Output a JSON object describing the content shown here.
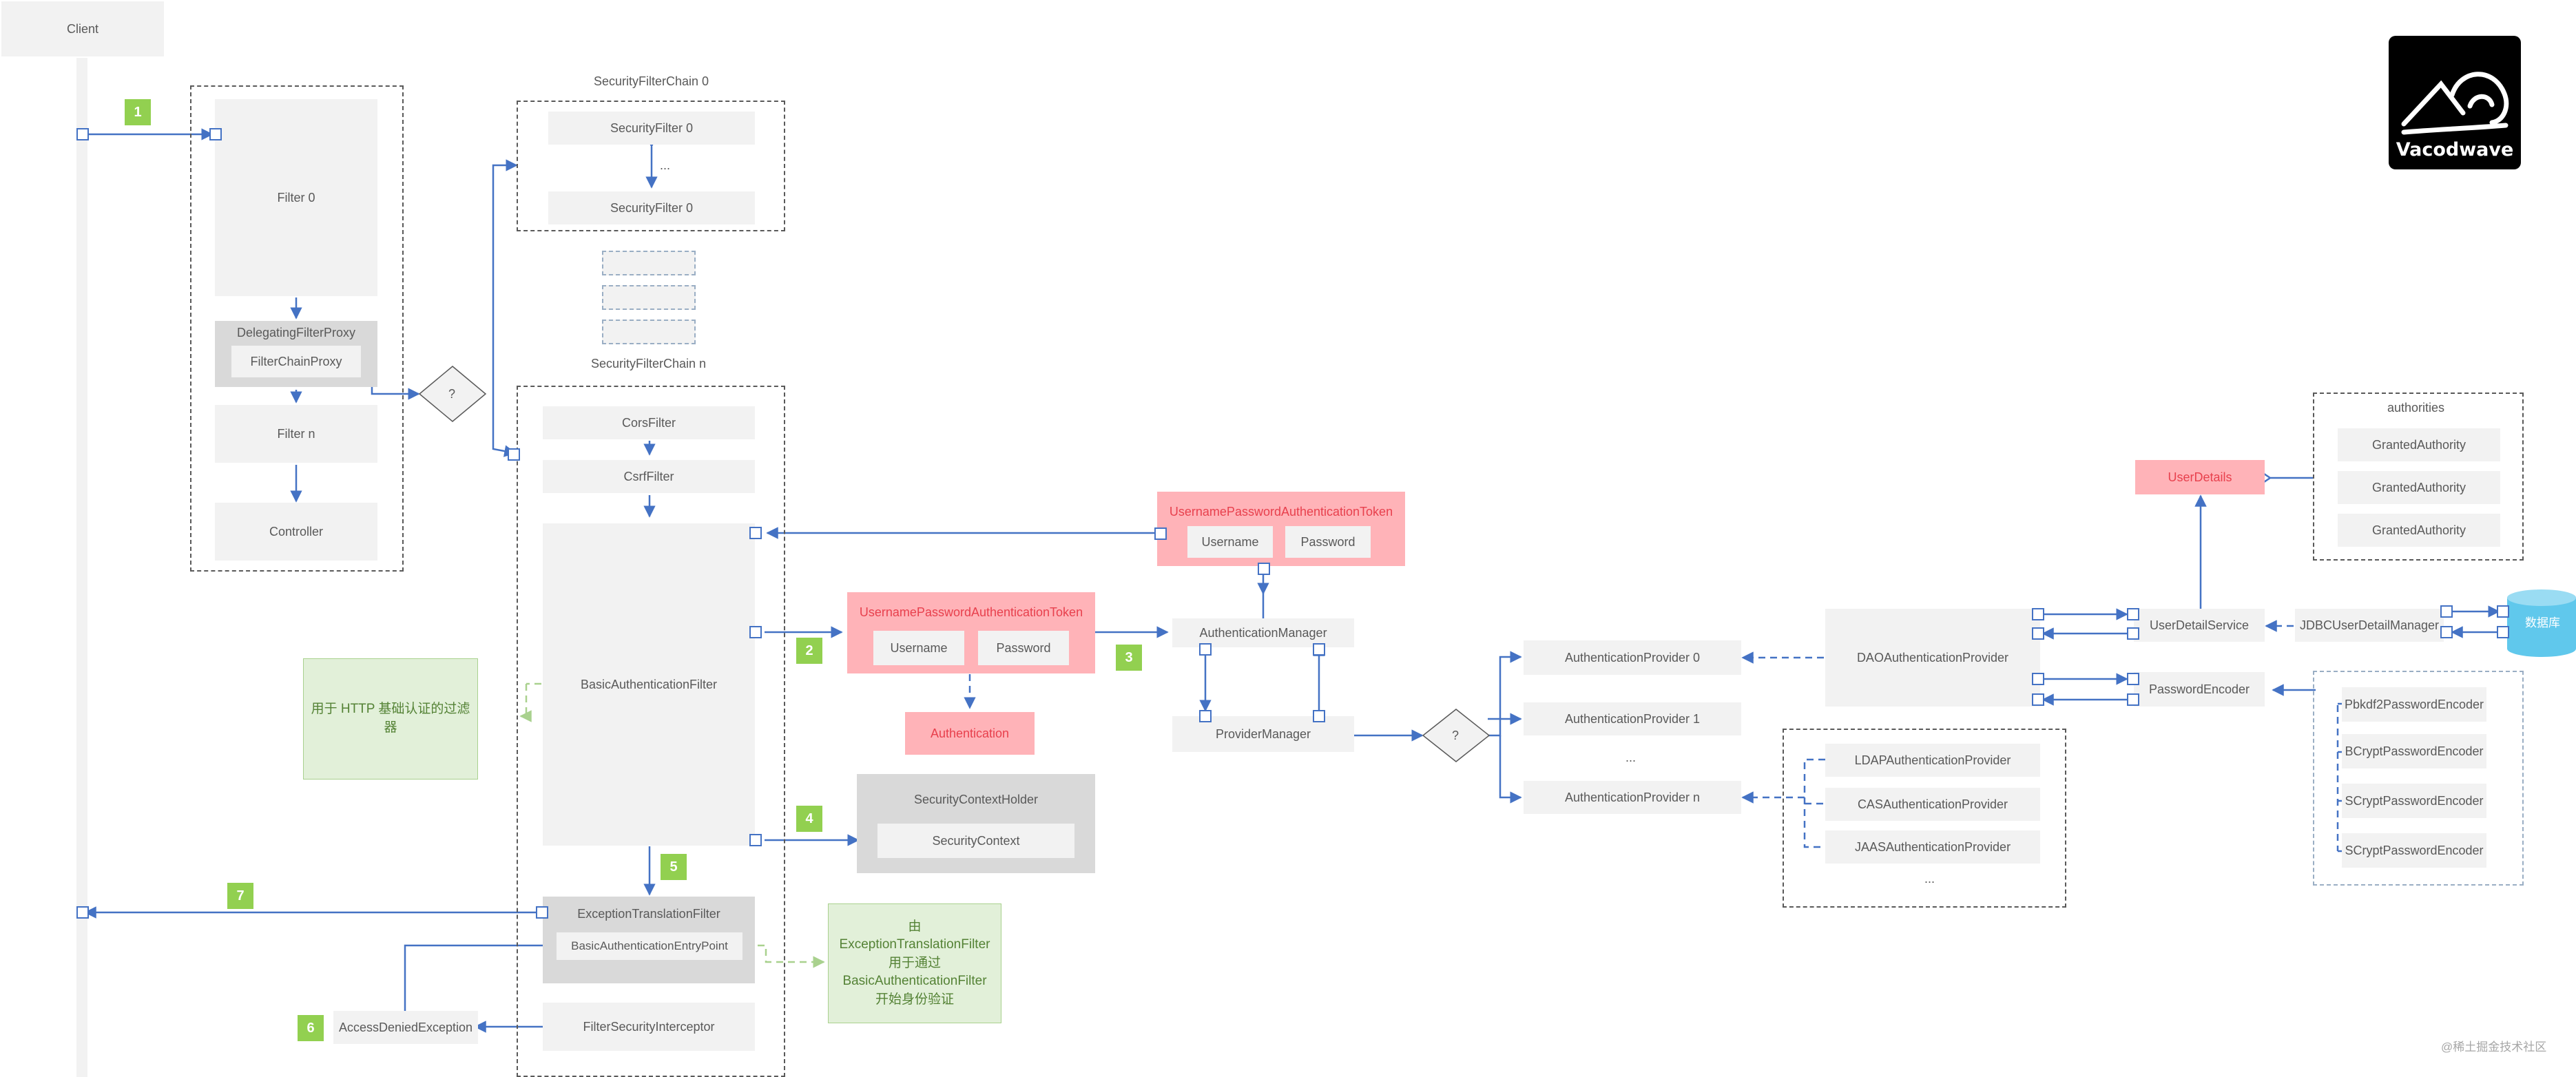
{
  "client": {
    "label": "Client"
  },
  "steps": [
    "1",
    "2",
    "3",
    "4",
    "5",
    "6",
    "7"
  ],
  "servlet_filters": {
    "filter0": "Filter 0",
    "delegating_proxy": "DelegatingFilterProxy",
    "filter_chain_proxy": "FilterChainProxy",
    "filter_n": "Filter n",
    "controller": "Controller"
  },
  "decision_label": "?",
  "chain0": {
    "title": "SecurityFilterChain 0",
    "filter_a": "SecurityFilter 0",
    "ellipsis": "...",
    "filter_b": "SecurityFilter 0"
  },
  "chainn": {
    "title": "SecurityFilterChain n",
    "cors": "CorsFilter",
    "csrf": "CsrfFilter",
    "basic": "BasicAuthenticationFilter",
    "exception": "ExceptionTranslationFilter",
    "entry_point": "BasicAuthenticationEntryPoint",
    "interceptor": "FilterSecurityInterceptor"
  },
  "access_denied": "AccessDeniedException",
  "notes": {
    "basic_filter": "用于 HTTP 基础认证的过滤器",
    "exception_filter": "由 ExceptionTranslationFilter 用于通过 BasicAuthenticationFilter 开始身份验证"
  },
  "token_top": {
    "title": "UsernamePasswordAuthenticationToken",
    "username": "Username",
    "password": "Password"
  },
  "token_mid": {
    "title": "UsernamePasswordAuthenticationToken",
    "username": "Username",
    "password": "Password"
  },
  "authentication": "Authentication",
  "security_context_holder": {
    "title": "SecurityContextHolder",
    "context": "SecurityContext"
  },
  "auth_manager": "AuthenticationManager",
  "provider_manager": "ProviderManager",
  "providers": {
    "p0": "AuthenticationProvider  0",
    "p1": "AuthenticationProvider  1",
    "ellipsis": "...",
    "pn": "AuthenticationProvider  n"
  },
  "dao_provider": "DAOAuthenticationProvider",
  "impl_providers": {
    "ldap": "LDAPAuthenticationProvider",
    "cas": "CASAuthenticationProvider",
    "jaas": "JAASAuthenticationProvider",
    "ellipsis": "..."
  },
  "user_detail_service": "UserDetailService",
  "password_encoder": "PasswordEncoder",
  "jdbc_manager": "JDBCUserDetailManager",
  "database": "数据库",
  "user_details": "UserDetails",
  "authorities": {
    "title": "authorities",
    "items": [
      "GrantedAuthority",
      "GrantedAuthority",
      "GrantedAuthority"
    ]
  },
  "encoders": [
    "Pbkdf2PasswordEncoder",
    "BCryptPasswordEncoder",
    "SCryptPasswordEncoder",
    "SCryptPasswordEncoder"
  ],
  "logo": {
    "text": "Vacodwave"
  },
  "watermark": "@稀土掘金技术社区",
  "colors": {
    "arrow": "#4472c4",
    "green": "#92d050",
    "pink": "#ffb3b8",
    "gray": "#f2f2f2"
  }
}
